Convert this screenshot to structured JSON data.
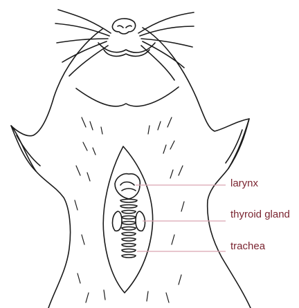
{
  "labels": {
    "larynx": "larynx",
    "thyroid": "thyroid gland",
    "trachea": "trachea"
  },
  "colors": {
    "ink": "#1a1a1a",
    "leader": "#d9a3b0",
    "label_text": "#7a2430",
    "background": "#ffffff"
  }
}
